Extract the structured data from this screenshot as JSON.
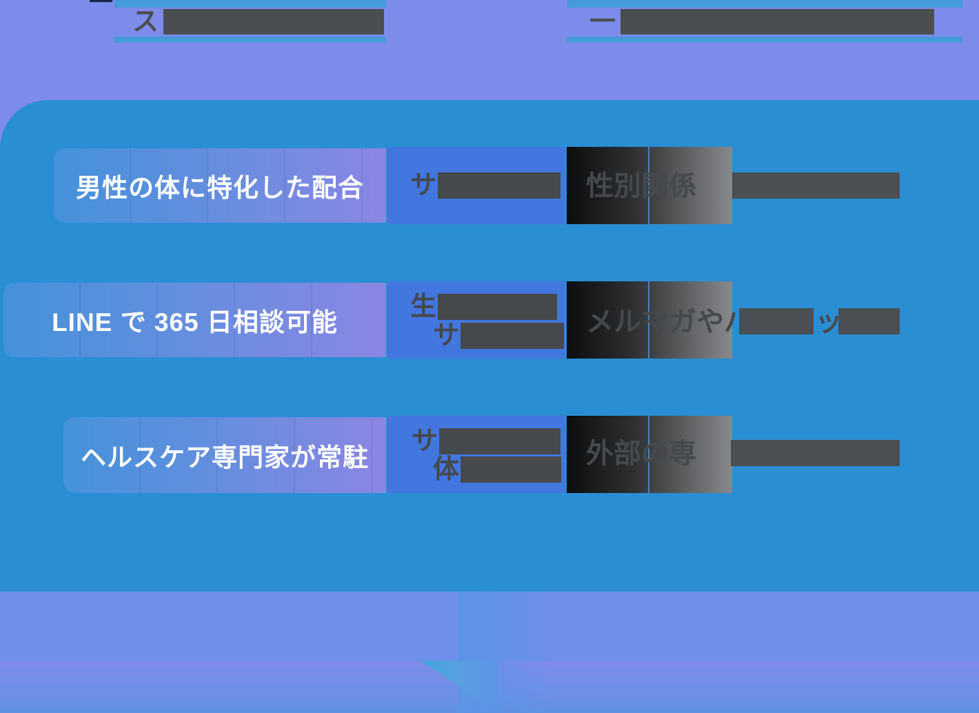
{
  "meta": {
    "background_color": "#7d8bea",
    "panel_color": "#2a8ed3",
    "header_accent_color": "#459ad9",
    "feature_gradient": [
      "#4492da",
      "#8b86e3"
    ],
    "midbox_color": "#4277df",
    "dark_gradient": [
      "#0c0d0f",
      "#87898c"
    ],
    "redaction_color": "#4b4e51",
    "arrow_color": "#3fa3dc"
  },
  "headers": {
    "left": {
      "visible_text": "ス"
    },
    "right": {
      "visible_text": "一"
    }
  },
  "rows": [
    {
      "feature": "男性の体に特化した配合",
      "mid_lines": [
        {
          "visible": "サ"
        }
      ],
      "right": {
        "visible": "性別関係"
      }
    },
    {
      "feature": "LINE で 365 日相談可能",
      "mid_lines": [
        {
          "visible": "生"
        },
        {
          "visible": "サ"
        }
      ],
      "right": {
        "visible": "メルマガやパ",
        "fragment": "ッ"
      }
    },
    {
      "feature": "ヘルスケア専門家が常駐",
      "mid_lines": [
        {
          "visible": "サ"
        },
        {
          "visible": "体"
        }
      ],
      "right": {
        "visible": "外部の専"
      }
    }
  ]
}
